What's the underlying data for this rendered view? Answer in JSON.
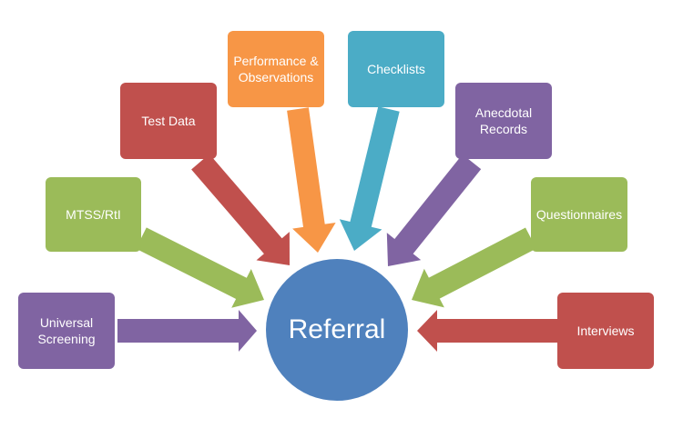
{
  "center": {
    "label": "Referral",
    "color": "#4f81bd"
  },
  "nodes": [
    {
      "id": "universal-screening",
      "label": "Universal\nScreening",
      "color": "#8064a2"
    },
    {
      "id": "mtss-rti",
      "label": "MTSS/RtI",
      "color": "#9bbb59"
    },
    {
      "id": "test-data",
      "label": "Test Data",
      "color": "#c0504d"
    },
    {
      "id": "performance-observations",
      "label": "Performance &\nObservations",
      "color": "#f79646"
    },
    {
      "id": "checklists",
      "label": "Checklists",
      "color": "#4bacc6"
    },
    {
      "id": "anecdotal-records",
      "label": "Anecdotal\nRecords",
      "color": "#8064a2"
    },
    {
      "id": "questionnaires",
      "label": "Questionnaires",
      "color": "#9bbb59"
    },
    {
      "id": "interviews",
      "label": "Interviews",
      "color": "#c0504d"
    }
  ]
}
